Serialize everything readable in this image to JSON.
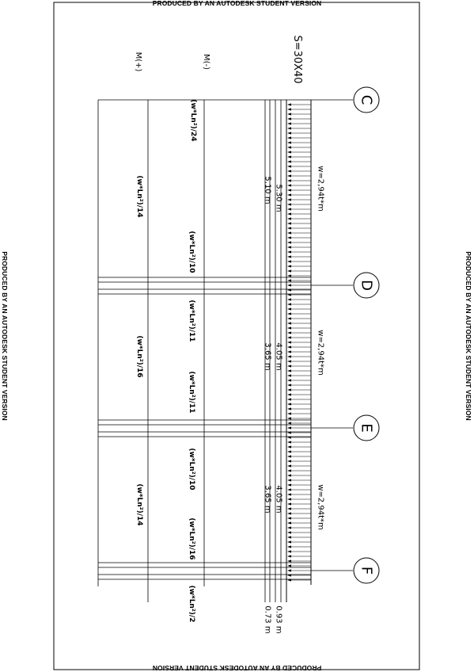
{
  "watermark": "PRODUCED BY AN AUTODESK STUDENT VERSION",
  "section_label": "S=30X40",
  "row_labels": {
    "negative_moment": "M(-)",
    "positive_moment": "M(+)"
  },
  "axes": [
    "C",
    "D",
    "E",
    "F"
  ],
  "loads": [
    "w=2,94t*m",
    "w=2,94t*m",
    "w=2,94t*m"
  ],
  "span_lengths": {
    "outer": [
      "5.30 m",
      "4.05 m",
      "4.05 m",
      "0.93 m"
    ],
    "inner": [
      "5.10 m",
      "3.65 m",
      "3.65 m",
      "0.73 m"
    ]
  },
  "moment_labels": {
    "negative": [
      "(w*Ln²)/24",
      "(w*Ln²)/10",
      "(w*Ln²)/11",
      "(w*Ln²)/11",
      "(w*Ln²)/10",
      "(w*Ln²)/16",
      "(w*Ln²)/2"
    ],
    "positive": [
      "(w*Ln²)/14",
      "(w*Ln²)/16",
      "(w*Ln²)/14"
    ]
  }
}
